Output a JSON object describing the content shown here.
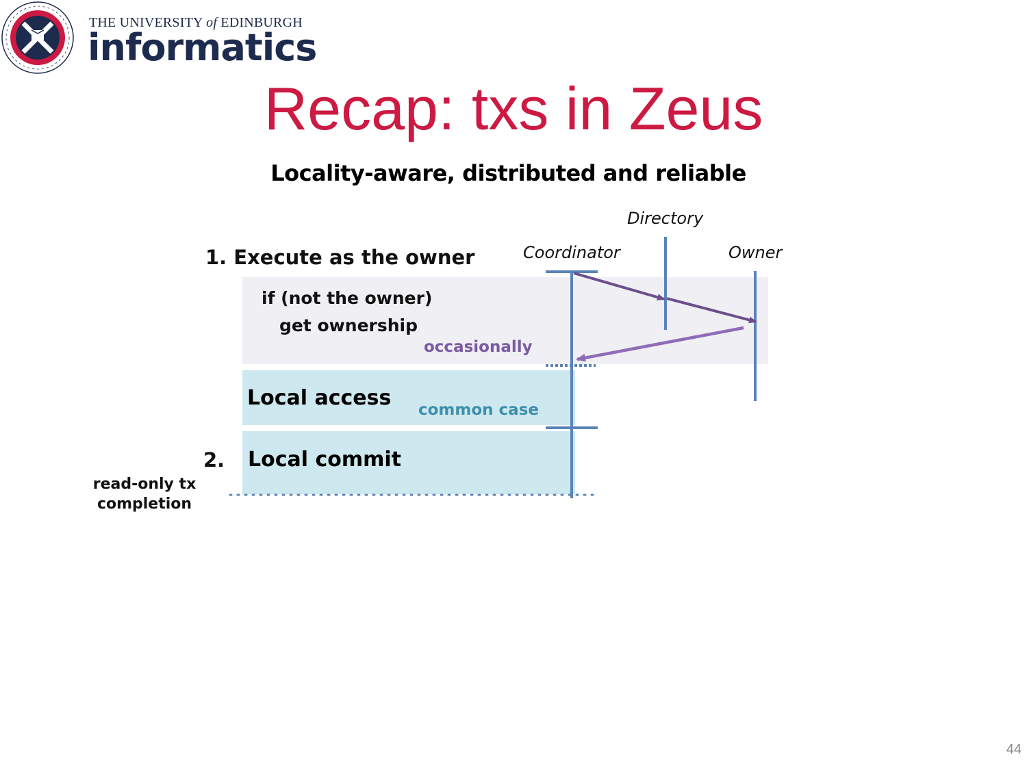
{
  "header": {
    "logo_line1_pre": "THE UNIVERSITY ",
    "logo_line1_of": "of",
    "logo_line1_post": " EDINBURGH",
    "logo_line2": "informatics"
  },
  "slide": {
    "title": "Recap: txs in Zeus",
    "subtitle": "Locality-aware, distributed and reliable",
    "page_number": "44"
  },
  "diagram": {
    "nodes": {
      "directory": "Directory",
      "coordinator": "Coordinator",
      "owner": "Owner"
    },
    "step1": "1. Execute as the owner",
    "code_line1": "if (not the owner)",
    "code_line2": "get ownership",
    "occasionally": "occasionally",
    "local_access": "Local access",
    "common_case": "common case",
    "step2": "2.",
    "local_commit": "Local commit",
    "readonly_line1": "read-only tx",
    "readonly_line2": "completion"
  },
  "colors": {
    "title_red": "#cc1a42",
    "logo_navy": "#1d2b4e",
    "timeline_blue": "#5a83b8",
    "arrow_purple_dark": "#6d4f8c",
    "arrow_purple_light": "#8f6cb8",
    "shade_gray": "#efeff4",
    "box_cyan": "#cde8ee",
    "teal_text": "#3d8fab"
  }
}
